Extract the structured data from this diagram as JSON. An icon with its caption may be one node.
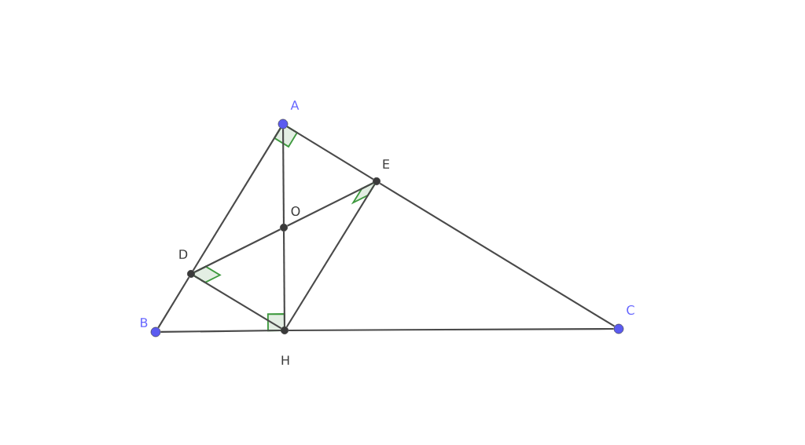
{
  "diagram": {
    "nodes": [
      {
        "text": [
          "A"
        ]
      },
      {
        "text": [
          "B"
        ]
      },
      {
        "text": [
          "C"
        ]
      },
      {
        "text": [
          "D"
        ]
      },
      {
        "text": [
          "E"
        ]
      },
      {
        "text": [
          "H"
        ]
      },
      {
        "text": [
          "O"
        ]
      }
    ],
    "edges": [
      {
        "from": 0,
        "to": 3,
        "arrow": "none"
      },
      {
        "from": 3,
        "to": 1,
        "arrow": "none"
      },
      {
        "from": 0,
        "to": 4,
        "arrow": "none"
      },
      {
        "from": 4,
        "to": 2,
        "arrow": "none"
      },
      {
        "from": 1,
        "to": 5,
        "arrow": "none"
      },
      {
        "from": 5,
        "to": 2,
        "arrow": "none"
      },
      {
        "from": 0,
        "to": 6,
        "arrow": "none"
      },
      {
        "from": 6,
        "to": 5,
        "arrow": "none"
      },
      {
        "from": 3,
        "to": 6,
        "arrow": "none"
      },
      {
        "from": 6,
        "to": 4,
        "arrow": "none"
      },
      {
        "from": 3,
        "to": 5,
        "arrow": "none"
      },
      {
        "from": 4,
        "to": 5,
        "arrow": "none"
      }
    ]
  }
}
